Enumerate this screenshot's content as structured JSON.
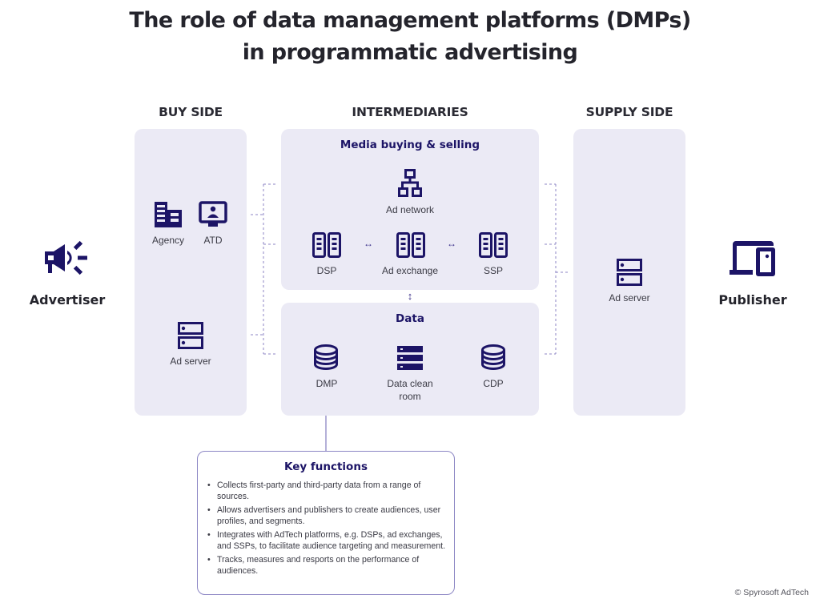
{
  "title_line1": "The role of data management platforms (DMPs)",
  "title_line2": "in programmatic advertising",
  "columns": {
    "buy_side": "BUY SIDE",
    "intermediaries": "INTERMEDIARIES",
    "supply_side": "SUPPLY SIDE"
  },
  "actors": {
    "advertiser": {
      "label": "Advertiser",
      "icon": "megaphone-icon"
    },
    "publisher": {
      "label": "Publisher",
      "icon": "devices-icon"
    }
  },
  "buy_side": {
    "items": [
      {
        "label": "Agency",
        "icon": "building-icon"
      },
      {
        "label": "ATD",
        "icon": "monitor-user-icon"
      },
      {
        "label": "Ad server",
        "icon": "server-icon"
      }
    ]
  },
  "media": {
    "title": "Media buying & selling",
    "ad_network": {
      "label": "Ad network",
      "icon": "network-hierarchy-icon"
    },
    "items": [
      {
        "label": "DSP",
        "icon": "server-rack-icon"
      },
      {
        "label": "Ad exchange",
        "icon": "server-rack-icon"
      },
      {
        "label": "SSP",
        "icon": "server-rack-icon"
      }
    ],
    "horizontal_arrow": "↔",
    "vertical_arrow": "↕"
  },
  "data_panel": {
    "title": "Data",
    "items": [
      {
        "label": "DMP",
        "icon": "database-icon"
      },
      {
        "label": "Data clean room",
        "label_line1": "Data clean",
        "label_line2": "room",
        "icon": "storage-list-icon"
      },
      {
        "label": "CDP",
        "icon": "database-icon"
      }
    ]
  },
  "supply_side": {
    "items": [
      {
        "label": "Ad server",
        "icon": "server-icon"
      }
    ]
  },
  "key_functions": {
    "title": "Key functions",
    "items": [
      "Collects first-party and third-party data from a range of sources.",
      "Allows advertisers and publishers to create audiences, user profiles, and segments.",
      "Integrates with AdTech platforms, e.g. DSPs, ad exchanges, and SSPs, to facilitate audience targeting and measurement.",
      "Tracks, measures and resports on the performance of audiences."
    ]
  },
  "copyright": "© Spyrosoft AdTech",
  "colors": {
    "icon": "#1c1466",
    "panel_bg": "#ebeaf5",
    "connector": "#8c86c4",
    "title_text": "#24242c"
  }
}
